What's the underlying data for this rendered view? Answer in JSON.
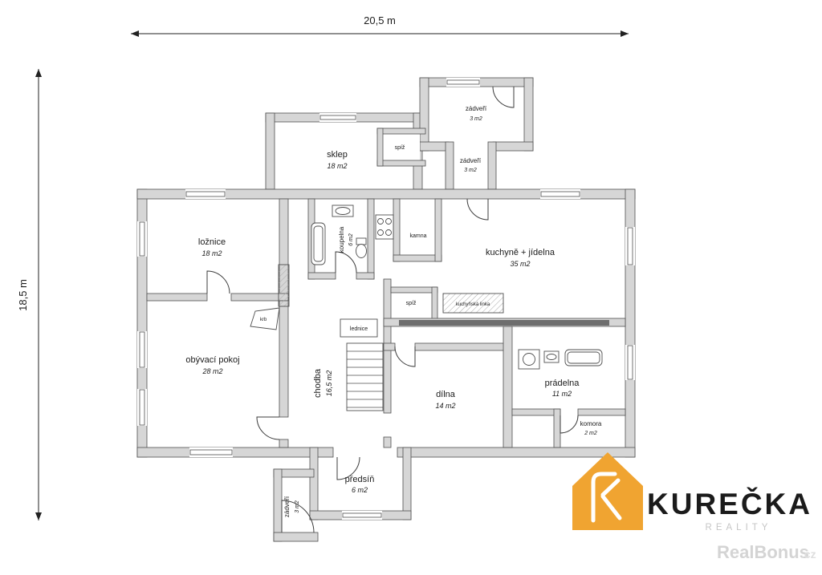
{
  "dimensions": {
    "width": "20,5 m",
    "height": "18,5 m"
  },
  "rooms": {
    "sklep": {
      "label": "sklep",
      "area": "18 m2"
    },
    "zadveri_horni": {
      "label": "zádveří",
      "area": "3 m2"
    },
    "zadveri_stredni": {
      "label": "zádveří",
      "area": "3 m2"
    },
    "loznice": {
      "label": "ložnice",
      "area": "18 m2"
    },
    "koupelna": {
      "label": "koupelna",
      "area": "6 m2"
    },
    "kuchyne_jidelna": {
      "label": "kuchyně + jídelna",
      "area": "35 m2"
    },
    "obyvaci_pokoj": {
      "label": "obývací pokoj",
      "area": "28 m2"
    },
    "chodba": {
      "label": "chodba",
      "area": "16,5 m2"
    },
    "dilna": {
      "label": "dílna",
      "area": "14 m2"
    },
    "pradelna": {
      "label": "prádelna",
      "area": "11 m2"
    },
    "komora": {
      "label": "komora",
      "area": "2 m2"
    },
    "predsin": {
      "label": "předsíň",
      "area": "6 m2"
    },
    "zadveri_dolni": {
      "label": "zádveří",
      "area": "3 m2"
    }
  },
  "features": {
    "spiz_horni": "spíž",
    "spiz_dolni": "spíž",
    "kamna": "kamna",
    "kuchynska_linka": "kuchyňská linka",
    "krb": "krb",
    "lednice": "lednice"
  },
  "logo": {
    "brand": "KUREČKA",
    "subtitle": "REALITY",
    "watermark": "RealBonus",
    "watermark_tld": ".cz",
    "accent": "#f0a431",
    "brand_color": "#9b9b9b"
  }
}
